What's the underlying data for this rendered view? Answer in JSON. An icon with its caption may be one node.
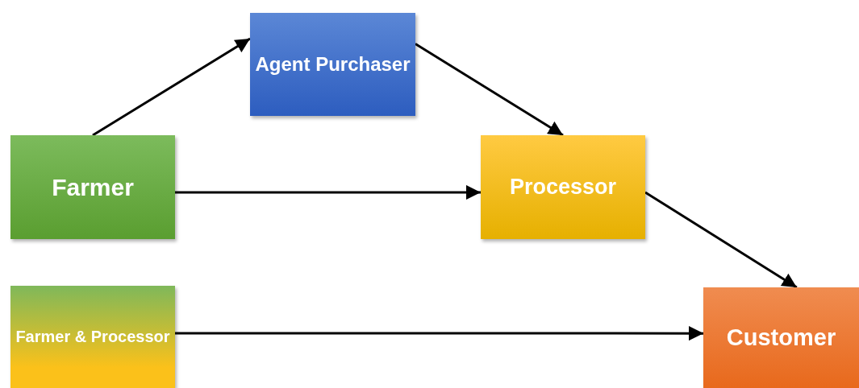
{
  "diagram": {
    "nodes": [
      {
        "text": [
          "Agent Purchaser"
        ]
      },
      {
        "text": [
          "Farmer"
        ]
      },
      {
        "text": [
          "Processor"
        ]
      },
      {
        "text": [
          "Farmer & Processor"
        ]
      },
      {
        "text": [
          "Customer"
        ]
      }
    ],
    "edges": [
      {
        "from": 1,
        "to": 0,
        "arrow": "to"
      },
      {
        "from": 0,
        "to": 2,
        "arrow": "to"
      },
      {
        "from": 1,
        "to": 2,
        "arrow": "to"
      },
      {
        "from": 2,
        "to": 4,
        "arrow": "to"
      },
      {
        "from": 3,
        "to": 4,
        "arrow": "to"
      }
    ]
  }
}
